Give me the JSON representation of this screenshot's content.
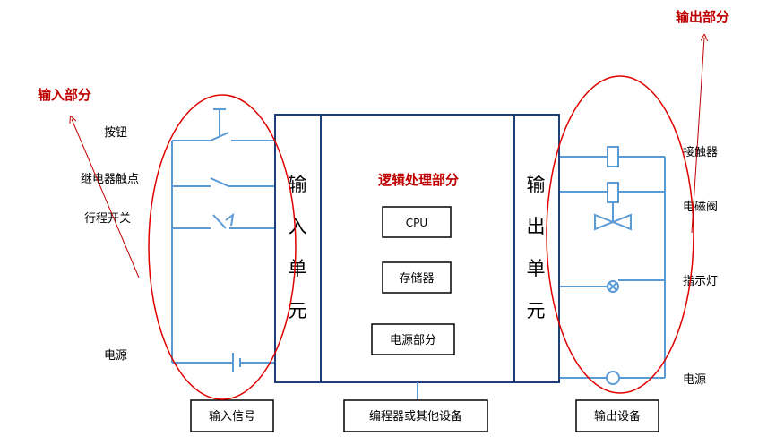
{
  "labels": {
    "input_section": "输入部分",
    "output_section": "输出部分",
    "button": "按钮",
    "relay_contact": "继电器触点",
    "limit_switch": "行程开关",
    "power_left": "电源",
    "contactor": "接触器",
    "solenoid_valve": "电磁阀",
    "indicator_light": "指示灯",
    "power_right": "电源",
    "logic_section": "逻辑处理部分",
    "cpu": "CPU",
    "memory": "存储器",
    "power_unit": "电源部分",
    "input_unit": [
      "输",
      "入",
      "单",
      "元"
    ],
    "output_unit": [
      "输",
      "出",
      "单",
      "元"
    ],
    "input_signal": "输入信号",
    "programmer": "编程器或其他设备",
    "output_device": "输出设备"
  },
  "colors": {
    "wire": "#5b9bd5",
    "frame": "#1f3f7a",
    "annotation": "#c00000"
  }
}
